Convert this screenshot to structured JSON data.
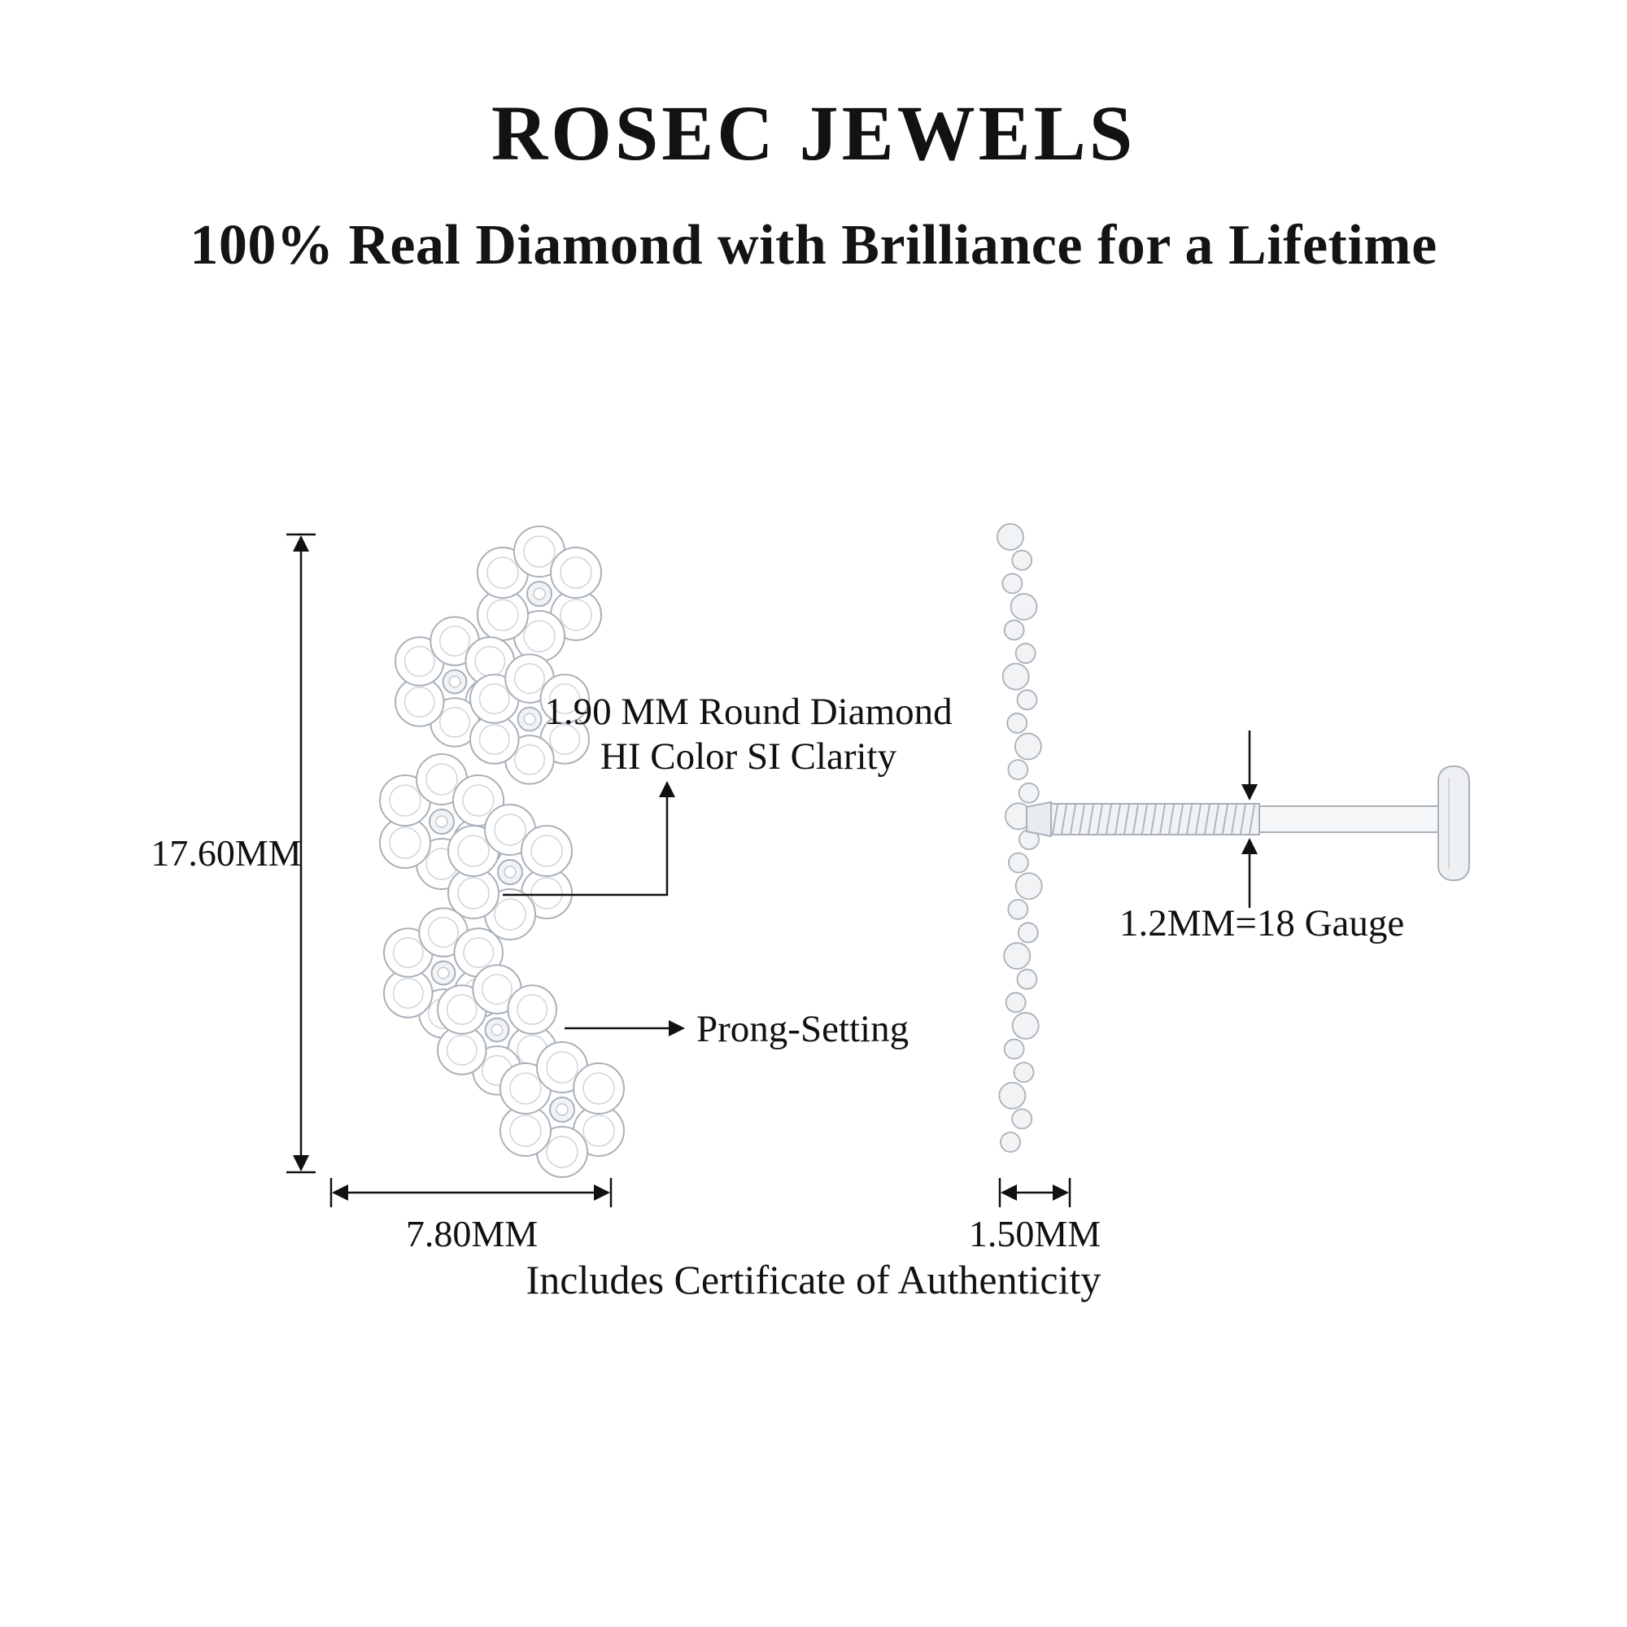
{
  "header": {
    "brand": "ROSEC JEWELS",
    "tagline": "100% Real Diamond with Brilliance for a Lifetime"
  },
  "front_view": {
    "height_label": "17.60MM",
    "width_label": "7.80MM",
    "diamond_note_line1": "1.90 MM Round Diamond",
    "diamond_note_line2": "HI Color SI Clarity",
    "prong_note": "Prong-Setting"
  },
  "side_view": {
    "gauge_note": "1.2MM=18 Gauge",
    "width_label": "1.50MM"
  },
  "footer": {
    "certificate_note": "Includes Certificate of Authenticity"
  },
  "colors": {
    "text": "#111111",
    "line": "#111111",
    "metal_stroke": "#a9b1b9",
    "metal_inner": "#cfd5da",
    "metal_fill": "#f2f3f5"
  }
}
